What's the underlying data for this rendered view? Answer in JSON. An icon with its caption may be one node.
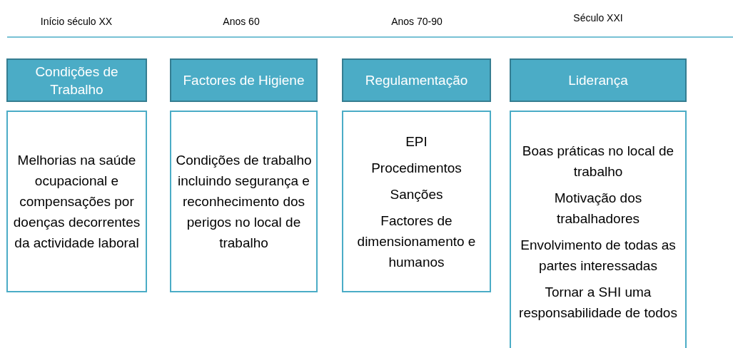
{
  "diagram": {
    "nodes": [
      {
        "text": [
          "Condições de Trabalho"
        ]
      },
      {
        "text": [
          "Melhorias na saúde ocupacional e compensações por doenças decorrentes da actividade laboral"
        ]
      },
      {
        "text": [
          "Factores de Higiene"
        ]
      },
      {
        "text": [
          "Condições de trabalho incluindo segurança e reconhecimento dos perigos no local de trabalho"
        ]
      },
      {
        "text": [
          "Regulamentação"
        ]
      },
      {
        "text": [
          "EPI",
          "Procedimentos",
          "Sanções",
          "Factores de dimensionamento e humanos"
        ]
      },
      {
        "text": [
          "Liderança"
        ]
      },
      {
        "text": [
          "Boas práticas no local de trabalho",
          "Motivação dos trabalhadores",
          "Envolvimento de todas as partes interessadas",
          "Tornar a SHI uma responsabilidade de todos"
        ]
      }
    ],
    "labels": [
      "Início século XX",
      "Anos 60",
      "Anos 70-90",
      "Século XXI"
    ]
  }
}
